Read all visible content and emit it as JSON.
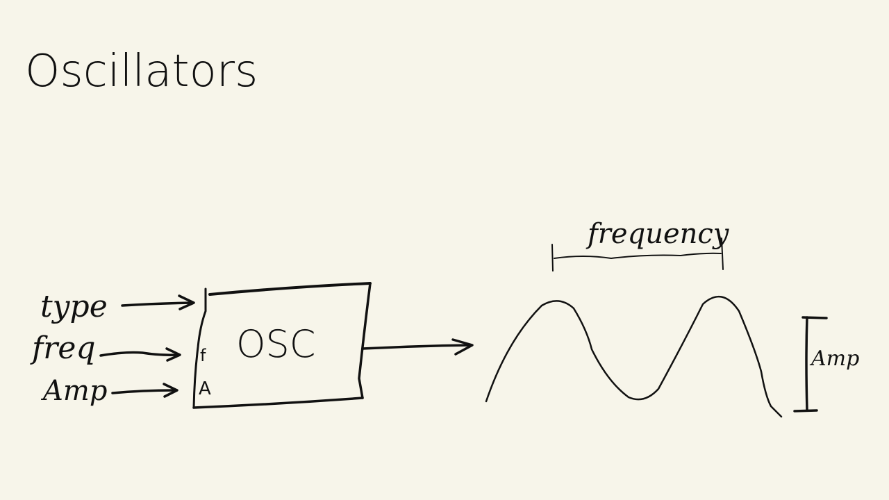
{
  "title": "Oscillators",
  "inputs": {
    "type_label": "type",
    "freq_label": "freq",
    "amp_label": "Amp"
  },
  "osc_block": {
    "label": "OSC",
    "port_f": "f",
    "port_a": "A"
  },
  "waveform": {
    "frequency_label": "frequency",
    "amp_label": "Amp"
  },
  "colors": {
    "background": "#f7f5ea",
    "ink": "#111111"
  }
}
